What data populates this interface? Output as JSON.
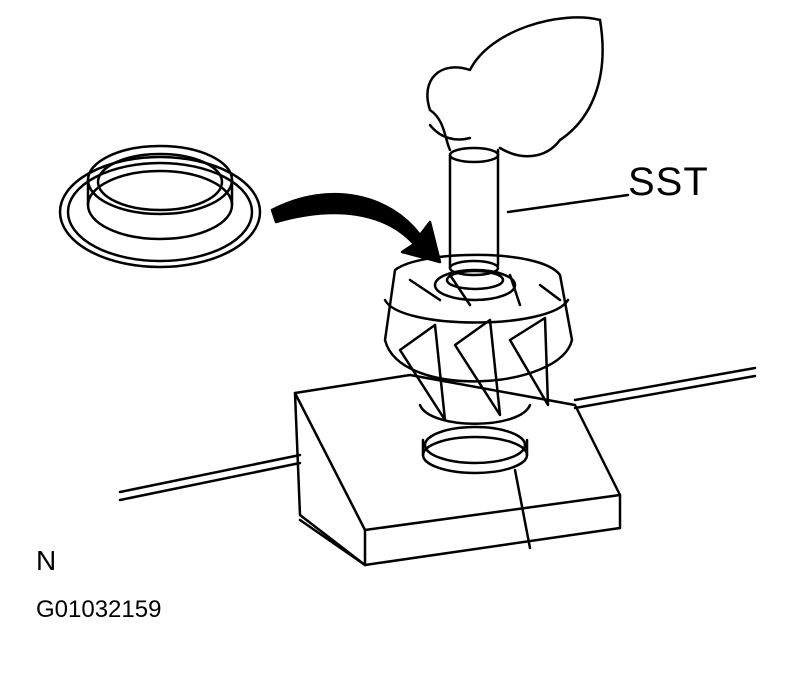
{
  "diagram": {
    "labels": {
      "tool": "SST",
      "orientation": "N",
      "figure_id": "G01032159"
    },
    "parts": [
      "bearing-cover",
      "special-service-tool",
      "rotor",
      "wooden-block",
      "workbench"
    ],
    "colors": {
      "line": "#000000",
      "background": "#ffffff"
    }
  }
}
